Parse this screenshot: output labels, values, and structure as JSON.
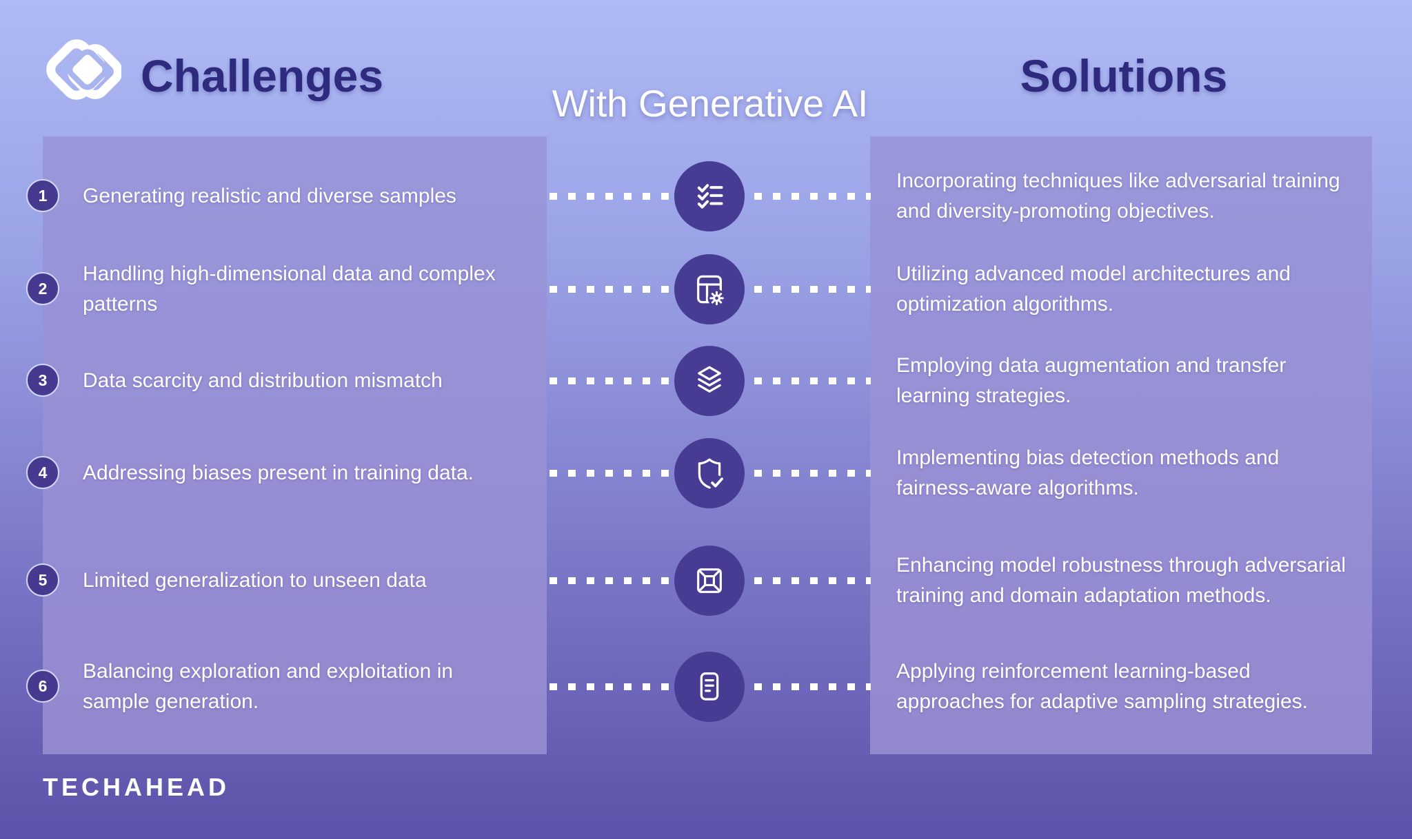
{
  "header": {
    "left_title": "Challenges",
    "center_title": "With Generative AI",
    "right_title": "Solutions",
    "logo_icon": "overlapping-diamonds-icon"
  },
  "footer": {
    "brand": "TECHAHEAD"
  },
  "colors": {
    "background_top": "#aebaf4",
    "background_bottom": "#5c52a9",
    "panel": "#9591d6",
    "badge_fill": "#453a90",
    "icon_circle_fill": "#473c94",
    "heading_text": "#2e2a7d",
    "body_text": "#ffffff"
  },
  "rows": [
    {
      "number": "1",
      "challenge": "Generating realistic and diverse samples",
      "icon": "checklist-icon",
      "solution": "Incorporating techniques like adversarial training and diversity-promoting objectives."
    },
    {
      "number": "2",
      "challenge": "Handling high-dimensional data and complex patterns",
      "icon": "table-settings-icon",
      "solution": "Utilizing advanced model architectures and optimization algorithms."
    },
    {
      "number": "3",
      "challenge": "Data scarcity and distribution mismatch",
      "icon": "layers-stack-icon",
      "solution": "Employing data augmentation and transfer learning strategies."
    },
    {
      "number": "4",
      "challenge": "Addressing biases present in training data.",
      "icon": "shield-check-icon",
      "solution": "Implementing bias detection methods and fairness-aware algorithms."
    },
    {
      "number": "5",
      "challenge": "Limited generalization to unseen data",
      "icon": "cube-frame-icon",
      "solution": "Enhancing model robustness through adversarial training and domain adaptation methods."
    },
    {
      "number": "6",
      "challenge": "Balancing exploration and exploitation in sample generation.",
      "icon": "document-lines-icon",
      "solution": "Applying reinforcement learning-based approaches for adaptive sampling strategies."
    }
  ]
}
